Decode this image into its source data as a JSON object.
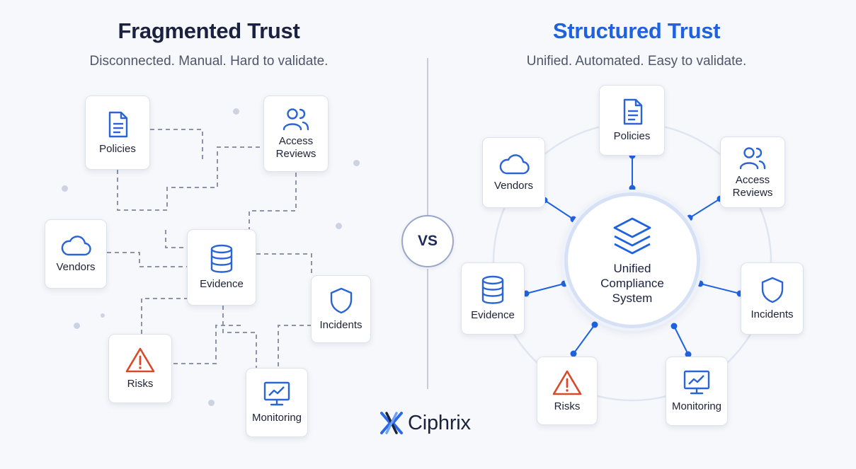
{
  "left": {
    "title": "Fragmented Trust",
    "subtitle": "Disconnected. Manual. Hard to validate.",
    "nodes": {
      "policies": "Policies",
      "access_reviews_1": "Access",
      "access_reviews_2": "Reviews",
      "vendors": "Vendors",
      "evidence": "Evidence",
      "incidents": "Incidents",
      "risks": "Risks",
      "monitoring": "Monitoring"
    }
  },
  "vs_label": "VS",
  "right": {
    "title": "Structured Trust",
    "subtitle": "Unified. Automated. Easy to validate.",
    "hub": {
      "line1": "Unified",
      "line2": "Compliance",
      "line3": "System"
    },
    "nodes": {
      "policies": "Policies",
      "access_reviews_1": "Access",
      "access_reviews_2": "Reviews",
      "vendors": "Vendors",
      "evidence": "Evidence",
      "incidents": "Incidents",
      "risks": "Risks",
      "monitoring": "Monitoring"
    }
  },
  "brand": {
    "name": "Ciphrix"
  },
  "colors": {
    "accent_blue": "#1f62e0",
    "icon_blue": "#2a64d6",
    "risk_red": "#d9482b",
    "dashed_line": "#8d93aa",
    "background": "#f7f8fb"
  },
  "icons": {
    "policies": "document-icon",
    "access_reviews": "users-icon",
    "vendors": "cloud-icon",
    "evidence": "database-icon",
    "incidents": "shield-icon",
    "risks": "warning-triangle-icon",
    "monitoring": "monitor-chart-icon",
    "hub": "stacked-layers-icon",
    "brand": "ciphrix-logo-icon"
  }
}
